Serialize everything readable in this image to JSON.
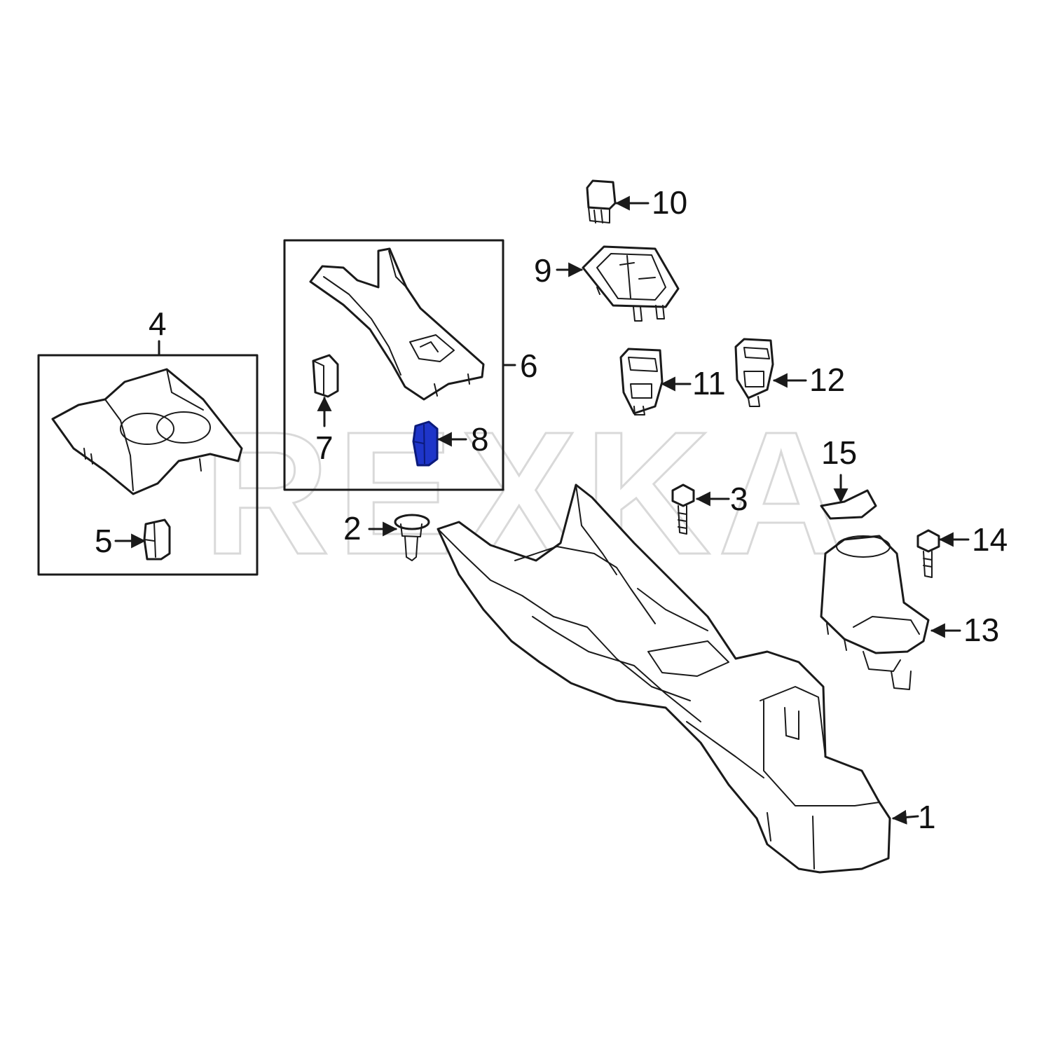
{
  "watermark": "REXKA",
  "colors": {
    "line": "#1a1a1a",
    "highlight": "#1e35c9",
    "watermark": "#d9d9d9"
  },
  "callouts": {
    "c1": "1",
    "c2": "2",
    "c3": "3",
    "c4": "4",
    "c5": "5",
    "c6": "6",
    "c7": "7",
    "c8": "8",
    "c9": "9",
    "c10": "10",
    "c11": "11",
    "c12": "12",
    "c13": "13",
    "c14": "14",
    "c15": "15"
  },
  "highlighted_part": "8"
}
